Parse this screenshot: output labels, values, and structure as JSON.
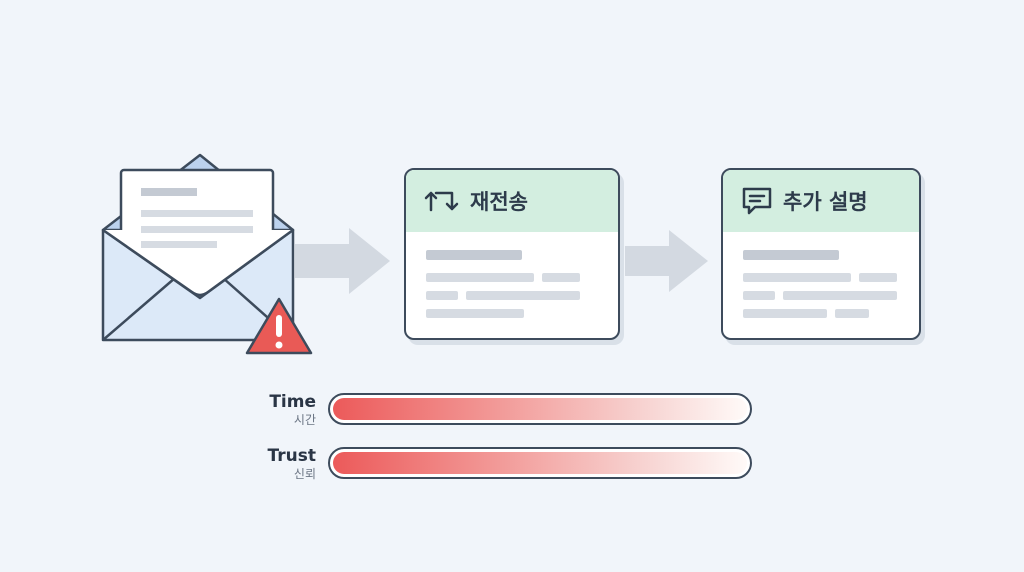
{
  "steps": [
    {
      "title": "재전송",
      "icon": "resend-arrows-icon"
    },
    {
      "title": "추가 설명",
      "icon": "speech-bubble-icon"
    }
  ],
  "meters": [
    {
      "label": "Time",
      "sublabel": "시간",
      "level": 1.0
    },
    {
      "label": "Trust",
      "sublabel": "신뢰",
      "level": 1.0
    }
  ],
  "colors": {
    "header": "#d3eee0",
    "alert": "#ec5a5a",
    "outline": "#3d4b5c"
  }
}
